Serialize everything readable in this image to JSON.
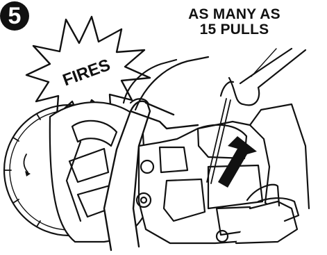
{
  "step": {
    "number": "5"
  },
  "instruction": {
    "line1": "AS MANY AS",
    "line2": "15 PULLS"
  },
  "burst": {
    "label": "FIRES"
  },
  "colors": {
    "ink": "#111111",
    "paper": "#ffffff"
  }
}
